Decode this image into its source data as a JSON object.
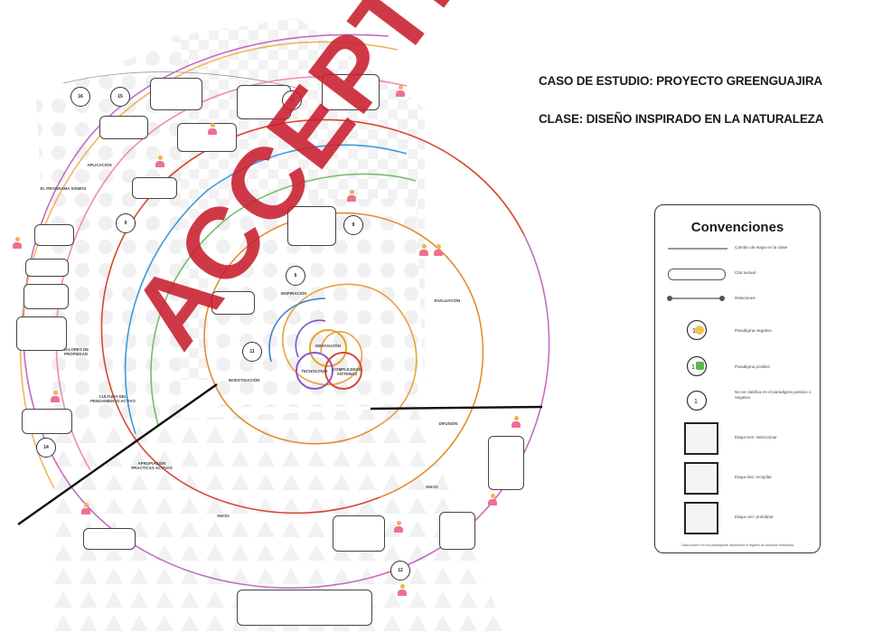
{
  "titles": {
    "line1": "CASO DE ESTUDIO: PROYECTO GREENGUAJIRA",
    "line2": "CLASE: DISEÑO INSPIRADO EN LA NATURALEZA"
  },
  "legend": {
    "heading": "Convenciones",
    "items": [
      {
        "label": "Cambio de etapa en la clase"
      },
      {
        "label": "Cita textual"
      },
      {
        "label": "Relaciones"
      },
      {
        "label": "Paradigma negativo",
        "icon": "1-negative-icon"
      },
      {
        "label": "Paradigma positivo",
        "icon": "1-positive-icon"
      },
      {
        "label": "No se clasifica en el paradigma positivo o negativo",
        "icon": "1-neutral-icon"
      },
      {
        "label": "Etapa tres: seleccionar"
      },
      {
        "label": "Etapa dos: recopilar"
      },
      {
        "label": "Etapa uno: prototipar"
      }
    ],
    "footnote": "Cada número en los paradigmas representa el registro de acciones realizadas"
  },
  "spiral": {
    "center_labels": [
      "INNOVACIÓN",
      "TECNOLOGÍA",
      "COMPLEJIDAD SISTEMAS"
    ],
    "stage_labels": [
      "APLICACIÓN",
      "EL PROGRAMA SISMOS",
      "VALORES DE PROPIEDAD",
      "CULTURA DEL PENSAMIENTO ACTIVO",
      "INSPIRACIÓN",
      "INVESTIGACIÓN",
      "EVALUACIÓN",
      "DIFUSIÓN",
      "INICIO",
      "APROPIACIÓN PRACTICAS ACTIVAS",
      "INICIO"
    ],
    "number_markers": [
      "16",
      "15",
      "13",
      "9",
      "14",
      "8",
      "11",
      "6",
      "12"
    ]
  },
  "watermark": "ACCEPTED MANUSCRIPT"
}
